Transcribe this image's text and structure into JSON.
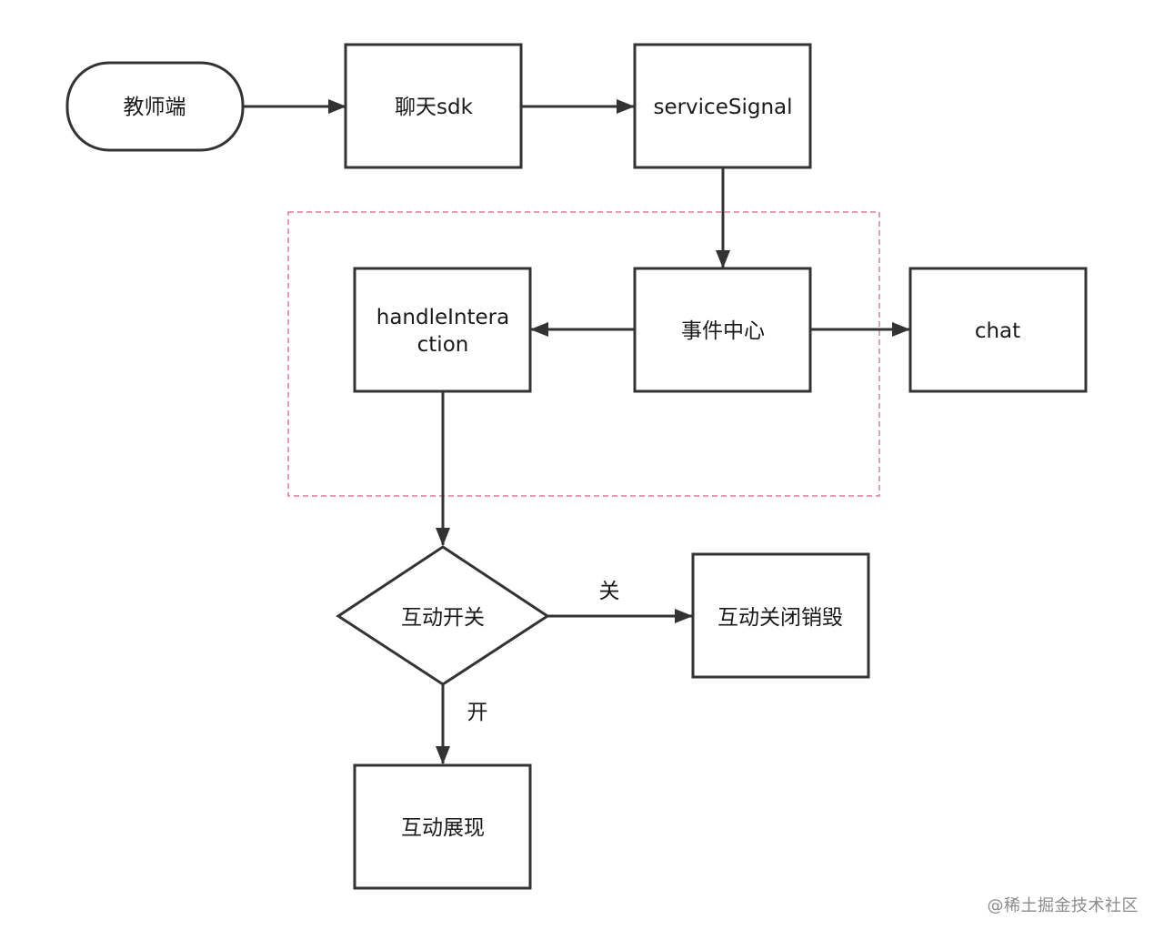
{
  "nodes": {
    "teacher": {
      "label": "教师端",
      "shape": "terminal"
    },
    "chat_sdk": {
      "label": "聊天sdk",
      "shape": "process"
    },
    "service_signal": {
      "label": "serviceSignal",
      "shape": "process"
    },
    "event_center": {
      "label": "事件中心",
      "shape": "process"
    },
    "handle_interaction": {
      "label_line1": "handleIntera",
      "label_line2": "ction",
      "shape": "process"
    },
    "chat": {
      "label": "chat",
      "shape": "process"
    },
    "interaction_switch": {
      "label": "互动开关",
      "shape": "decision"
    },
    "interaction_close": {
      "label": "互动关闭销毁",
      "shape": "process"
    },
    "interaction_show": {
      "label": "互动展现",
      "shape": "process"
    }
  },
  "edges": [
    {
      "from": "teacher",
      "to": "chat_sdk",
      "label": ""
    },
    {
      "from": "chat_sdk",
      "to": "service_signal",
      "label": ""
    },
    {
      "from": "service_signal",
      "to": "event_center",
      "label": ""
    },
    {
      "from": "event_center",
      "to": "handle_interaction",
      "label": ""
    },
    {
      "from": "event_center",
      "to": "chat",
      "label": ""
    },
    {
      "from": "handle_interaction",
      "to": "interaction_switch",
      "label": ""
    },
    {
      "from": "interaction_switch",
      "to": "interaction_close",
      "label": "关"
    },
    {
      "from": "interaction_switch",
      "to": "interaction_show",
      "label": "开"
    }
  ],
  "labels": {
    "edge_close": "关",
    "edge_open": "开"
  },
  "group": {
    "border_style": "dashed",
    "border_color": "#e07aa0",
    "contains": [
      "event_center",
      "handle_interaction"
    ]
  },
  "colors": {
    "stroke": "#333333",
    "text": "#1a1a1a",
    "group_border": "#e07aa0"
  },
  "watermark": "@稀土掘金技术社区"
}
